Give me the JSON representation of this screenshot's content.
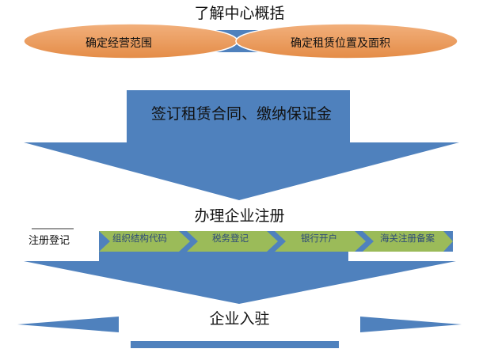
{
  "title": "了解中心概括",
  "ovals": [
    "确定经营范围",
    "确定租赁位置及面积"
  ],
  "arrow1_text": "签订租赁合同、缴纳保证金",
  "section2_title": "办理企业注册",
  "registration": {
    "label": "注册登记",
    "steps": [
      "组织结构代码",
      "税务登记",
      "银行开户",
      "海关注册备案"
    ]
  },
  "final_title": "企业入驻",
  "colors": {
    "arrow_blue": "#4f81bd",
    "oval_orange": "#eb9a5a",
    "step_green": "#9bbb59",
    "text": "#111111"
  }
}
